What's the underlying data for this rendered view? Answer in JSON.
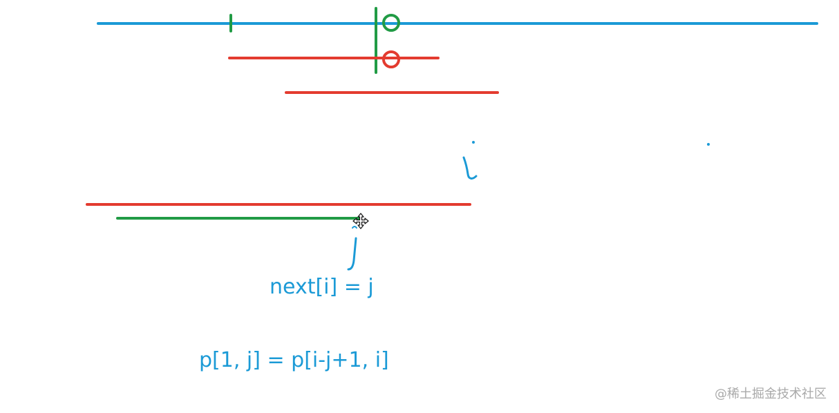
{
  "colors": {
    "blue": "#1b9ad6",
    "red": "#e33b2f",
    "green": "#219b45",
    "watermark": "#a9a9a9"
  },
  "annotations": {
    "i_label": "i",
    "j_label": "j"
  },
  "formulas": {
    "line1": "next[i] = j",
    "line2": "p[1, j] = p[i-j+1, i]"
  },
  "cursor_icon": "move-icon",
  "watermark": "@稀土掘金技术社区"
}
